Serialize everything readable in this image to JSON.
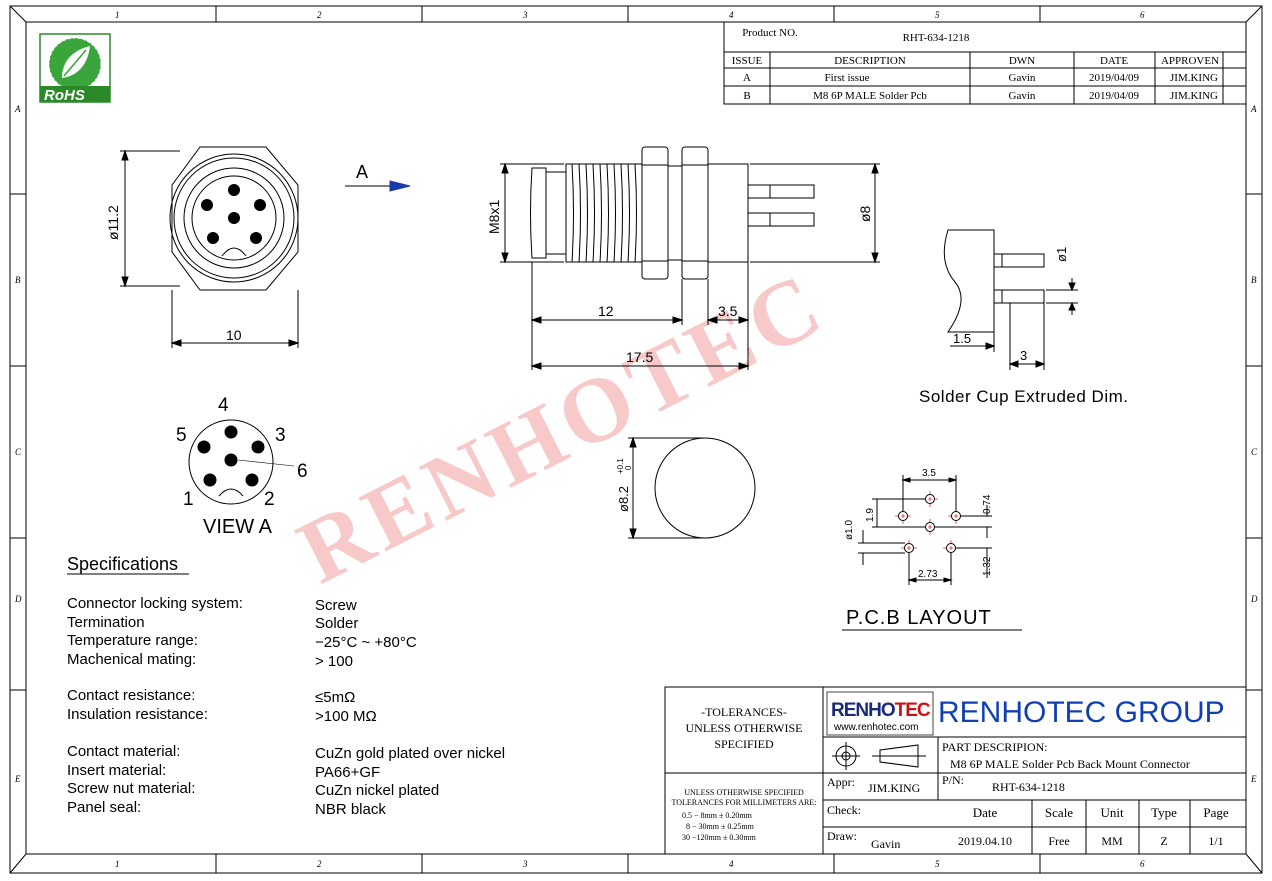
{
  "title_block": {
    "product_no_label": "Product NO.",
    "product_no": "RHT-634-1218",
    "headers": [
      "ISSUE",
      "DESCRIPTION",
      "DWN",
      "DATE",
      "APPROVEN"
    ],
    "rows": [
      [
        "A",
        "First issue",
        "Gavin",
        "2019/04/09",
        "JIM.KING"
      ],
      [
        "B",
        "M8 6P MALE Solder Pcb",
        "Gavin",
        "2019/04/09",
        "JIM.KING"
      ]
    ]
  },
  "grid": {
    "columns": [
      "1",
      "2",
      "3",
      "4",
      "5",
      "6"
    ],
    "rows": [
      "A",
      "B",
      "C",
      "D",
      "E"
    ]
  },
  "logo": {
    "rohs_text": "RoHS"
  },
  "dims": {
    "front_dia": "ø11.2",
    "front_width": "10",
    "arrow_label": "A",
    "thread": "M8x1",
    "thread_len": "12",
    "nut_len": "3.5",
    "total_len": "17.5",
    "body_dia": "ø8",
    "pin_dia": "ø1",
    "cup_len": "1.5",
    "cup_ext": "3",
    "cup_caption": "Solder Cup Extruded Dim.",
    "panel_dia": "ø8.2",
    "panel_tol_upper": "+0.1",
    "panel_tol_lower": "0",
    "pcb_35": "3.5",
    "pcb_19": "1.9",
    "pcb_074": "0.74",
    "pcb_d10": "ø1.0",
    "pcb_273": "2.73",
    "pcb_132": "1.32",
    "pcb_caption": "P.C.B   LAYOUT"
  },
  "view_a": {
    "pins": [
      "1",
      "2",
      "3",
      "4",
      "5",
      "6"
    ],
    "caption": "VIEW  A"
  },
  "watermark": "RENHOTEC",
  "specs": {
    "heading": "Specifications",
    "items": [
      {
        "label": "Connector locking system:",
        "value": "Screw"
      },
      {
        "label": "Termination",
        "value": "Solder"
      },
      {
        "label": "Temperature range:",
        "value": "−25°C  ~  +80°C"
      },
      {
        "label": "Machenical mating:",
        "value": ">  100"
      },
      {
        "label": "Contact resistance:",
        "value": "≤5mΩ"
      },
      {
        "label": "Insulation resistance:",
        "value": ">100  MΩ"
      },
      {
        "label": "Contact material:",
        "value": "CuZn  gold  plated  over  nickel"
      },
      {
        "label": "Insert material:",
        "value": "PA66+GF"
      },
      {
        "label": "Screw nut material:",
        "value": "CuZn  nickel  plated"
      },
      {
        "label": "Panel seal:",
        "value": "NBR  black"
      }
    ]
  },
  "company_block": {
    "tol_title_1": "-TOLERANCES-",
    "tol_title_2": "UNLESS OTHERWISE",
    "tol_title_3": "SPECIFIED",
    "tol_note_1": "UNLESS OTHERWISE SPECIFIED",
    "tol_note_2": "TOLERANCES FOR MILLIMETERS ARE:",
    "tol_note_3": "0.5 − 8mm  ±  0.20mm",
    "tol_note_4": "8 − 30mm  ±  0.25mm",
    "tol_note_5": "30 −120mm  ±  0.30mm",
    "brand": "RENHOTEC",
    "brand_red": "TEC",
    "brand_black": "RENHO",
    "website": "www.renhotec.com",
    "company": "RENHOTEC GROUP",
    "part_desc_label": "PART DESCRIPION:",
    "part_desc": "M8 6P MALE Solder Pcb Back Mount Connector",
    "appr_label": "Appr:",
    "appr": "JIM.KING",
    "pn_label": "P/N:",
    "pn": "RHT-634-1218",
    "check_label": "Check:",
    "draw_label": "Draw:",
    "draw": "Gavin",
    "cols": [
      "Date",
      "Scale",
      "Unit",
      "Type",
      "Page"
    ],
    "vals": [
      "2019.04.10",
      "Free",
      "MM",
      "Z",
      "1/1"
    ]
  },
  "colors": {
    "line": "#000000",
    "watermark": "#f7c9c9",
    "brand_red": "#d01010",
    "brand_blue": "#1040b0",
    "center_red": "#e03030"
  }
}
